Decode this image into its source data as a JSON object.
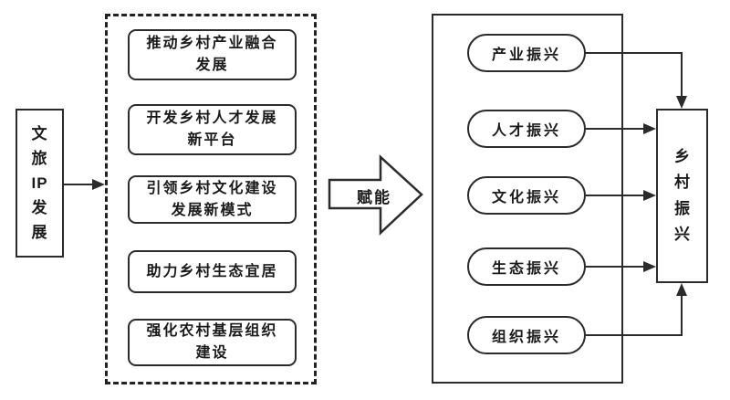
{
  "source_box": {
    "text": "文\n旅\nIP\n发\n展"
  },
  "empower_label": "赋能",
  "ip_functions": [
    {
      "label": "推动乡村产业融合\n发展"
    },
    {
      "label": "开发乡村人才发展\n新平台"
    },
    {
      "label": "引领乡村文化建设\n发展新模式"
    },
    {
      "label": "助力乡村生态宜居"
    },
    {
      "label": "强化农村基层组织\n建设"
    }
  ],
  "revitalizations": [
    {
      "label": "产业振兴"
    },
    {
      "label": "人才振兴"
    },
    {
      "label": "文化振兴"
    },
    {
      "label": "生态振兴"
    },
    {
      "label": "组织振兴"
    }
  ],
  "target_box": {
    "text": "乡\n村\n振\n兴"
  },
  "colors": {
    "stroke": "#2b2b2b",
    "text": "#1a1a1a",
    "background": "#ffffff"
  }
}
